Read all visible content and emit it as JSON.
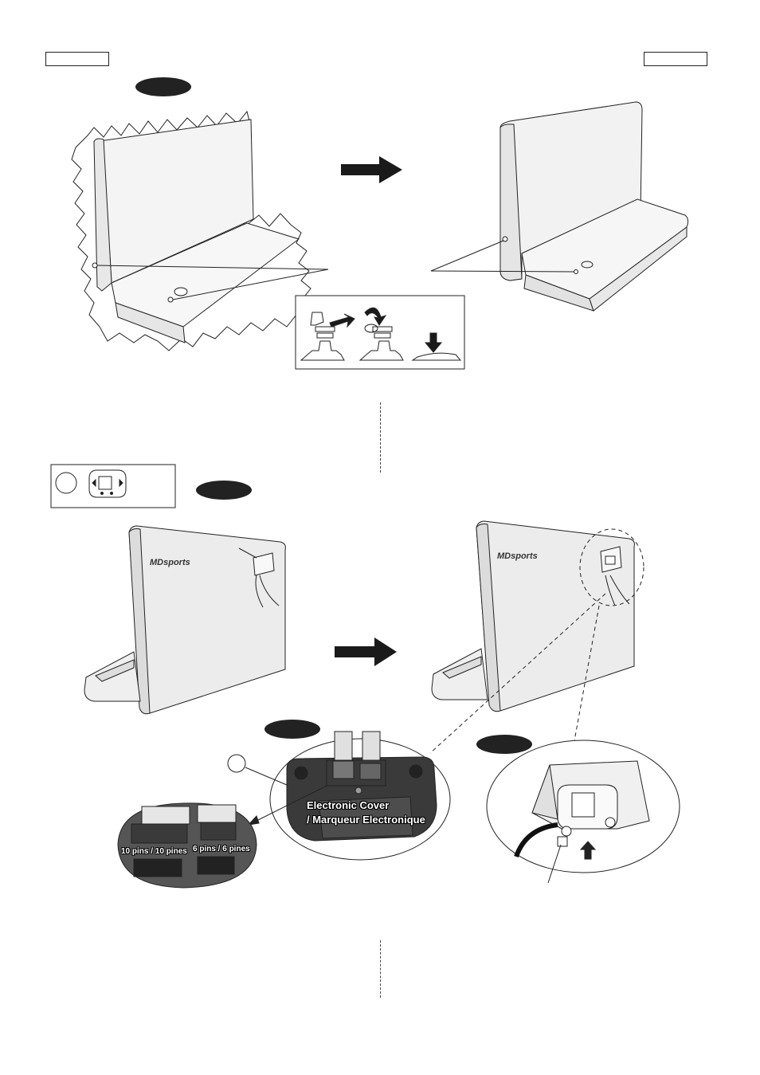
{
  "page": {
    "step_tags": [
      "",
      ""
    ],
    "part_icon": "console-part-icon"
  },
  "step2": {
    "pill_a": "",
    "pill_b": ""
  },
  "connector": {
    "label_line1": "Electronic Cover",
    "label_line2": "/ Marqueur Electronique",
    "pins_10": "10 pins / 10 pines",
    "pins_6": "6 pins / 6 pines"
  },
  "console": {
    "brand": "MDsports"
  },
  "colors": {
    "ink": "#222222",
    "panel": "#e9e9e9",
    "arrow": "#1a1a1a"
  }
}
